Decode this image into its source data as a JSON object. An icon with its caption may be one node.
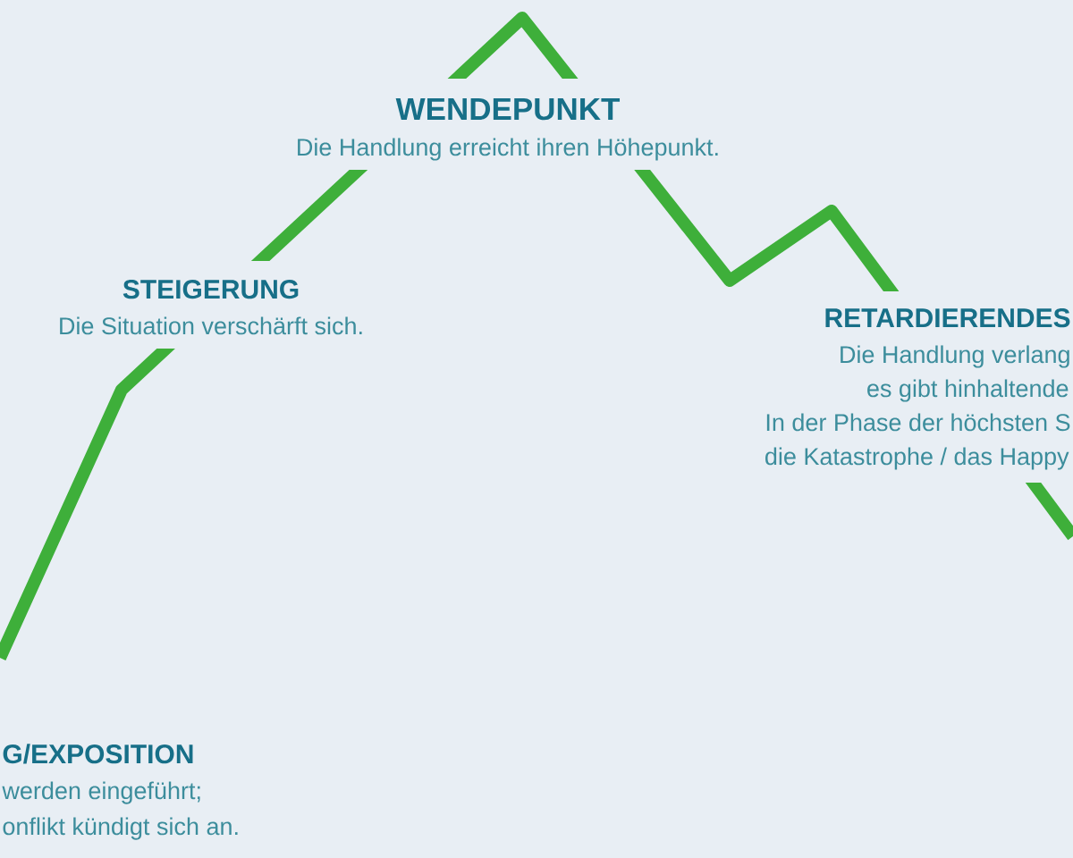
{
  "diagram": {
    "labels": [
      "WENDEPUNKT",
      "Die Handlung erreicht ihren Höhepunkt.",
      "STEIGERUNG",
      "Die Situation verschärft sich.",
      "RETARDIERENDES",
      "Die Handlung verlang",
      "es gibt hinhaltende",
      "In der Phase der höchsten S",
      "die Katastrophe / das Happy",
      "G/EXPOSITION",
      "werden eingeführt;",
      "onflikt kündigt sich an."
    ]
  }
}
